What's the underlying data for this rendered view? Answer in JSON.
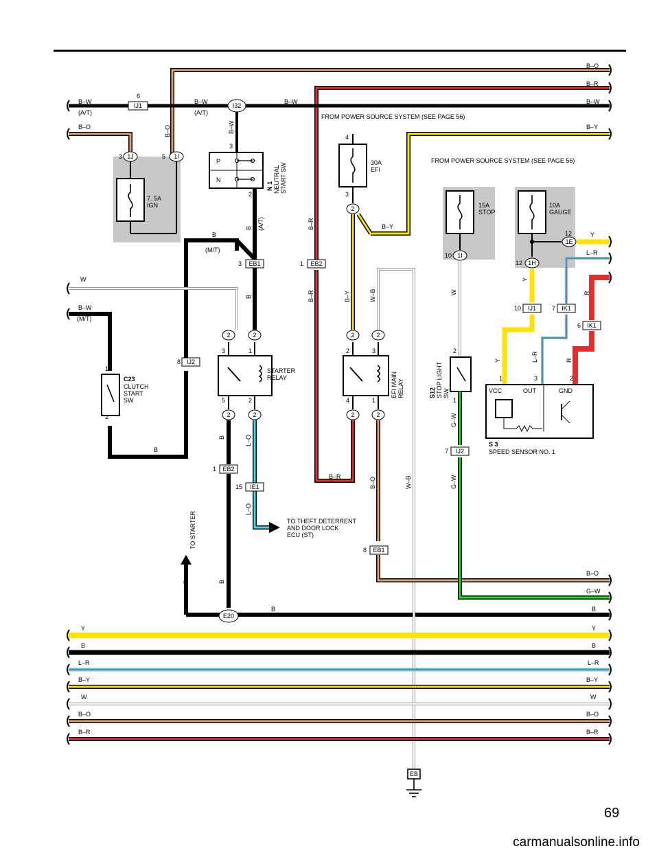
{
  "page_number": "69",
  "watermark": "carmanualsonline.info",
  "colors": {
    "black": "#000000",
    "orange": "#e8a060",
    "red": "#e03030",
    "yellow": "#ffe200",
    "cyan": "#40d8ff",
    "green": "#20e020",
    "white_wire": "#ffffff",
    "gray_box": "#c8c8c8"
  },
  "notes": {
    "power_source_1": "FROM POWER SOURCE SYSTEM (SEE PAGE 56)",
    "power_source_2": "FROM POWER SOURCE SYSTEM (SEE PAGE 56)",
    "to_theft_1": "TO THEFT DETERRENT",
    "to_theft_2": "AND DOOR LOCK",
    "to_theft_3": "ECU (ST)",
    "to_starter": "TO STARTER",
    "at": "(A/T)",
    "mt": "(M/T)"
  },
  "components": {
    "fuse_ign_1": "7. 5A",
    "fuse_ign_2": "IGN",
    "fuse_efi_1": "30A",
    "fuse_efi_2": "EFI",
    "fuse_stop_1": "15A",
    "fuse_stop_2": "STOP",
    "fuse_gauge_1": "10A",
    "fuse_gauge_2": "GAUGE",
    "n1_code": "N 1",
    "n1_name_1": "NEUTRAL",
    "n1_name_2": "START SW",
    "n1_p": "P",
    "n1_n": "N",
    "starter_relay_1": "STARTER",
    "starter_relay_2": "RELAY",
    "efi_relay_1": "EFI MAIN",
    "efi_relay_2": "RELAY",
    "c23_code": "C23",
    "c23_name_1": "CLUTCH",
    "c23_name_2": "START",
    "c23_name_3": "SW",
    "s12_code": "S12",
    "s12_name_1": "STOP LIGHT",
    "s12_name_2": "SW",
    "s3_code": "S 3",
    "s3_name": "SPEED SENSOR NO. 1",
    "s3_vcc": "VCC",
    "s3_out": "OUT",
    "s3_gnd": "GND"
  },
  "connectors": {
    "ij1_top": "IJ1",
    "i32": "I32",
    "c1j": "1J",
    "c1i": "1I",
    "eb1_a": "EB1",
    "eb2_a": "EB2",
    "ij2_a": "IJ2",
    "eb2_b": "EB2",
    "ie1": "IE1",
    "eb1_b": "EB1",
    "ij2_b": "IJ2",
    "c1i_b": "1I",
    "c1h": "1H",
    "c1e": "1E",
    "ij1_b": "IJ1",
    "ik1_a": "IK1",
    "ik1_b": "IK1",
    "e20": "E20",
    "eb_ground": "EB",
    "pin_2": "2"
  },
  "pins": {
    "p6": "6",
    "p3": "3",
    "p5": "5",
    "p2": "2",
    "p1": "1",
    "p4": "4",
    "p8": "8",
    "p7": "7",
    "p10": "10",
    "p12": "12",
    "p15": "15"
  },
  "wires": {
    "bw": "B–W",
    "bo": "B–O",
    "br": "B–R",
    "by": "B–Y",
    "b": "B",
    "w": "W",
    "y": "Y",
    "lr": "L–R",
    "r": "R",
    "lo": "L–O",
    "wb": "W–B",
    "gw": "G–W"
  }
}
